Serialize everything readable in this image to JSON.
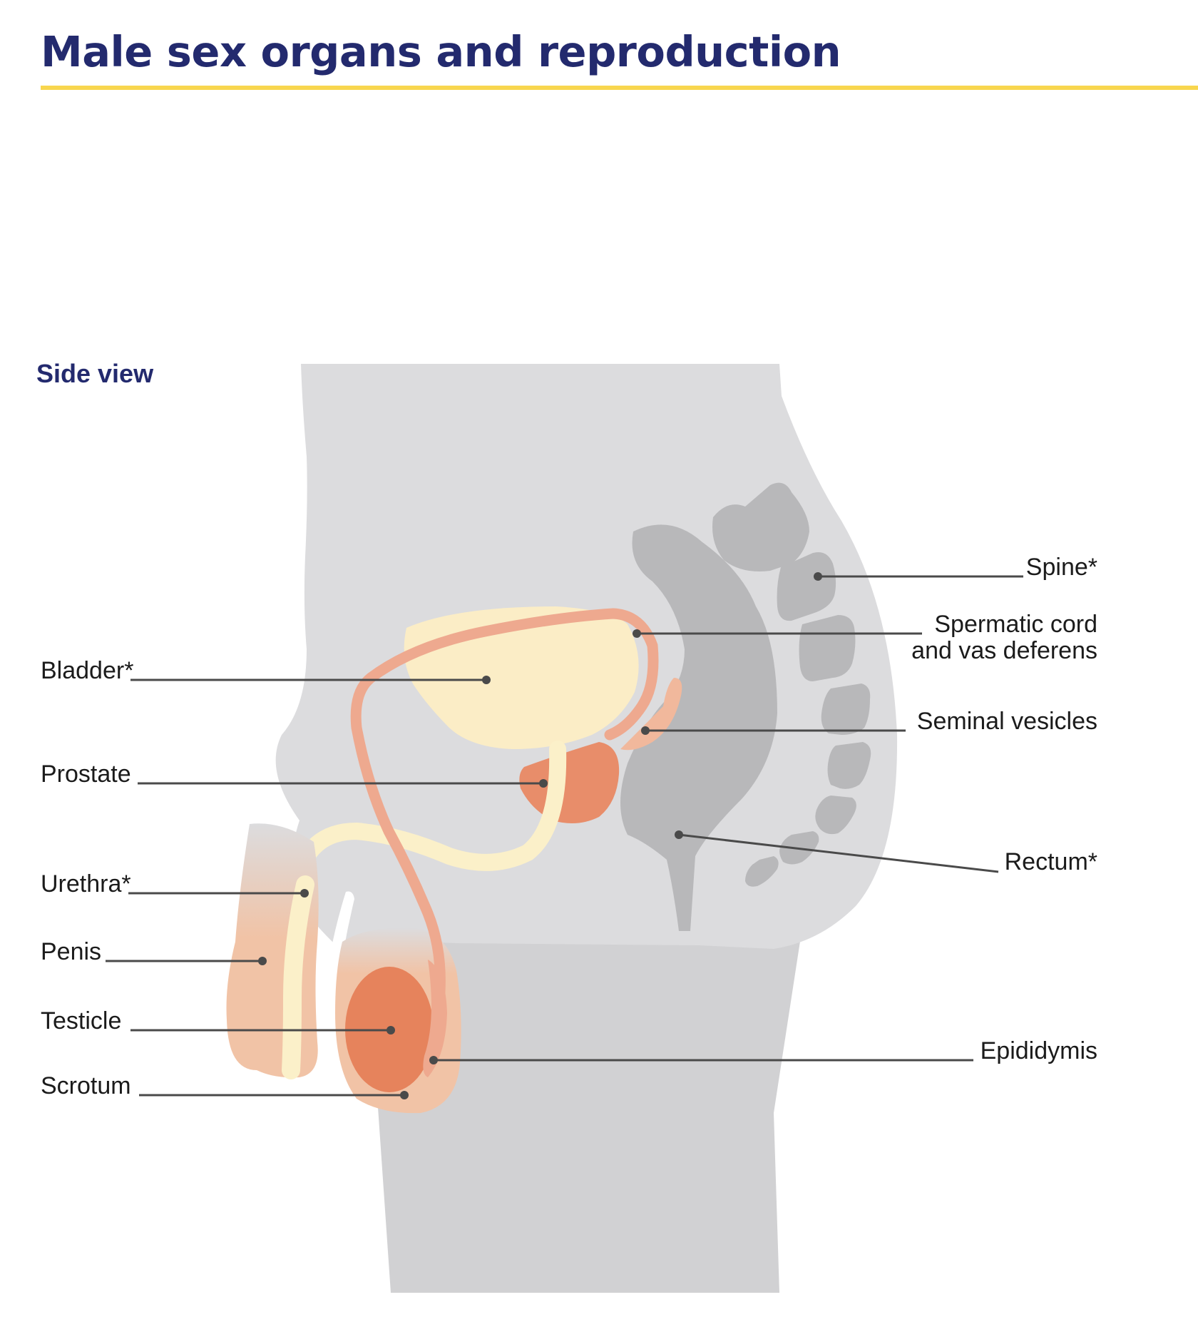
{
  "header": {
    "title": "Male sex organs and reproduction",
    "rule_color": "#f8d64e"
  },
  "view_label": "Side view",
  "colors": {
    "body_silhouette": "#dcdcde",
    "lower_body": "#d1d1d3",
    "bones_and_rectum": "#b8b8ba",
    "bladder": "#fbedc6",
    "urethra": "#fbf0c9",
    "vas_deferens": "#eea98f",
    "prostate": "#e88d6a",
    "testicle": "#e6835c",
    "scrotum_and_penis": "#f1c3a6",
    "leader_line": "#4a4a4a"
  },
  "labels": {
    "bladder": "Bladder*",
    "prostate": "Prostate",
    "urethra": "Urethra*",
    "penis": "Penis",
    "testicle": "Testicle",
    "scrotum": "Scrotum",
    "spine": "Spine*",
    "spermatic_cord_line1": "Spermatic cord",
    "spermatic_cord_line2": "and vas deferens",
    "seminal_vesicles": "Seminal vesicles",
    "rectum": "Rectum*",
    "epididymis": "Epididymis"
  }
}
